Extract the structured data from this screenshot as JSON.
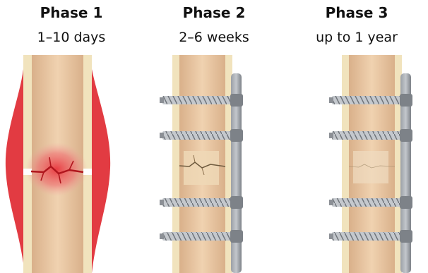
{
  "phases": [
    {
      "title": "Phase 1",
      "duration": "1–10 days"
    },
    {
      "title": "Phase 2",
      "duration": "2–6 weeks"
    },
    {
      "title": "Phase 3",
      "duration": "up to 1 year"
    }
  ],
  "colors": {
    "bone_outer": "#f1e3bd",
    "bone_marrow": "#e9c9a3",
    "hematoma": "#e23b42",
    "fracture": "#b0161d",
    "plate": "#8a8e94",
    "screw": "#c4c8cd"
  }
}
